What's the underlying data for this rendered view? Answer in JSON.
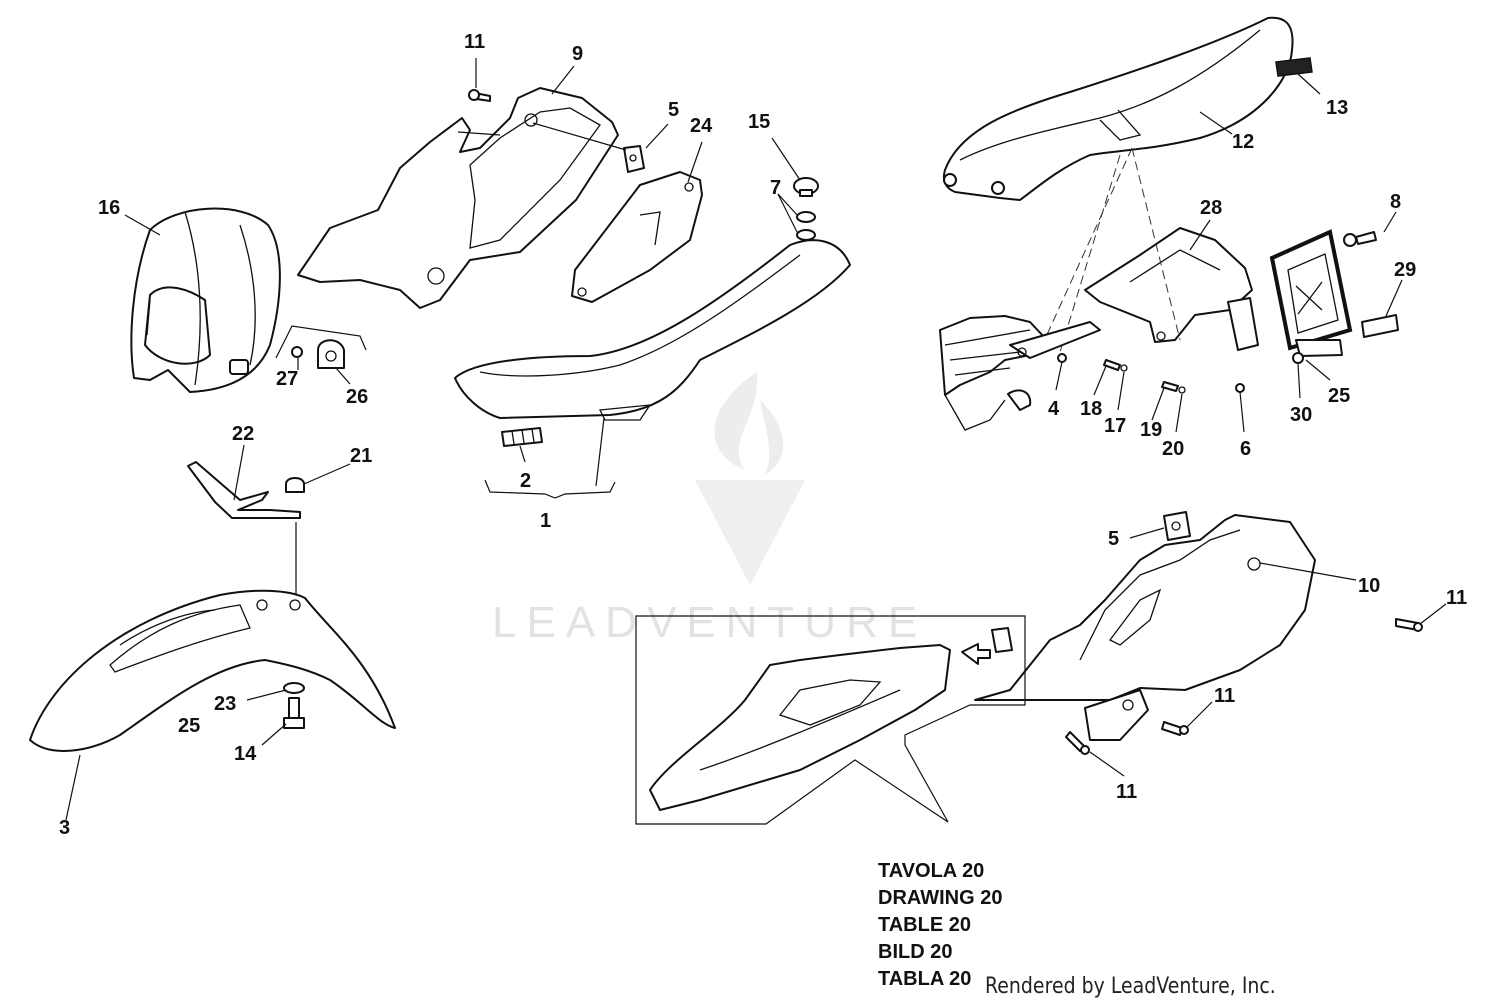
{
  "watermark": {
    "text": "LEADVENTURE"
  },
  "callouts": {
    "c11_top": "11",
    "c9": "9",
    "c5_top": "5",
    "c24": "24",
    "c15": "15",
    "c7": "7",
    "c16": "16",
    "c27": "27",
    "c26": "26",
    "c22": "22",
    "c21": "21",
    "c2": "2",
    "c1": "1",
    "c23": "23",
    "c25_left": "25",
    "c14": "14",
    "c3": "3",
    "c13": "13",
    "c12": "12",
    "c28": "28",
    "c8": "8",
    "c29": "29",
    "c4": "4",
    "c18": "18",
    "c17": "17",
    "c19": "19",
    "c20": "20",
    "c6": "6",
    "c30": "30",
    "c25_right": "25",
    "c5_bottom": "5",
    "c10": "10",
    "c11_r1": "11",
    "c11_r2": "11",
    "c11_r3": "11"
  },
  "reference_table": {
    "lines": [
      "TAVOLA 20",
      "DRAWING 20",
      "TABLE 20",
      "BILD 20",
      "TABLA 20"
    ]
  },
  "credit": "Rendered by LeadVenture, Inc.",
  "colors": {
    "line": "#111111",
    "watermark": "#e2e2e2",
    "plate": "#222222"
  }
}
